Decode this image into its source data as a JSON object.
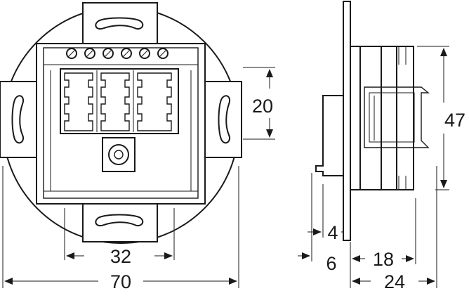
{
  "dimensions": {
    "front_width_outer": "70",
    "front_terminal_spacing": "32",
    "front_height_socket": "20",
    "side_height": "47",
    "side_plate_offset_a": "4",
    "side_plate_offset_b": "6",
    "side_depth_inner": "18",
    "side_depth_total": "24"
  }
}
